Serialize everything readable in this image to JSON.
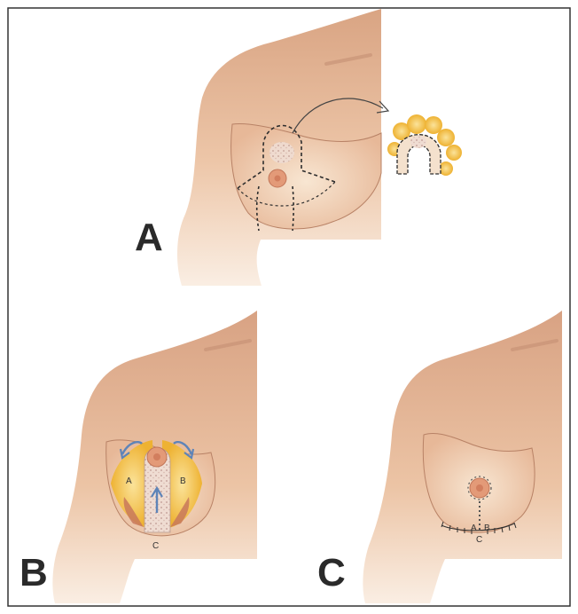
{
  "figure": {
    "panels": [
      {
        "id": "A",
        "label": "A",
        "point_labels": []
      },
      {
        "id": "B",
        "label": "B",
        "point_labels": [
          "A",
          "B",
          "C"
        ]
      },
      {
        "id": "C",
        "label": "C",
        "point_labels": [
          "A",
          "B",
          "C"
        ]
      }
    ]
  },
  "colors": {
    "border": "#333333",
    "skin_light": "#f6e2cf",
    "skin": "#e9bc9a",
    "skin_dark": "#d9a07c",
    "areola": "#e59a7a",
    "fat_yellow": "#f3c34a",
    "gland": "#efd9cc",
    "pedicle_red": "#c8785a",
    "arrow_blue": "#5e84b8"
  }
}
